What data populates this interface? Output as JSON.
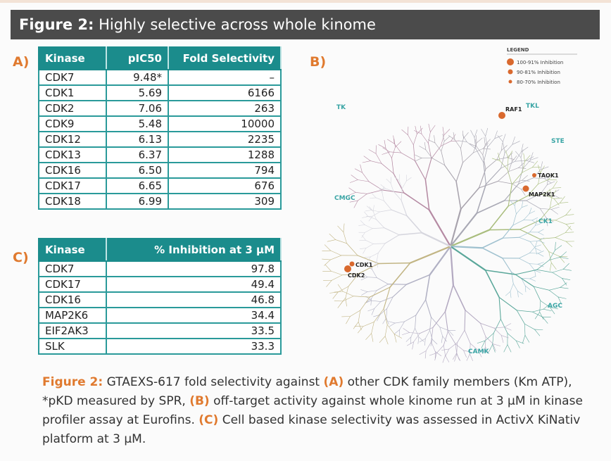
{
  "header": {
    "prefix": "Figure 2:",
    "title": "Highly selective across whole kinome"
  },
  "panel_labels": {
    "a": "A)",
    "b": "B)",
    "c": "C)"
  },
  "table_a": {
    "headers": [
      "Kinase",
      "pIC50",
      "Fold Selectivity"
    ],
    "rows": [
      [
        "CDK7",
        "9.48*",
        "–"
      ],
      [
        "CDK1",
        "5.69",
        "6166"
      ],
      [
        "CDK2",
        "7.06",
        "263"
      ],
      [
        "CDK9",
        "5.48",
        "10000"
      ],
      [
        "CDK12",
        "6.13",
        "2235"
      ],
      [
        "CDK13",
        "6.37",
        "1288"
      ],
      [
        "CDK16",
        "6.50",
        "794"
      ],
      [
        "CDK17",
        "6.65",
        "676"
      ],
      [
        "CDK18",
        "6.99",
        "309"
      ]
    ]
  },
  "table_c": {
    "headers": [
      "Kinase",
      "% Inhibition at 3 µM"
    ],
    "rows": [
      [
        "CDK7",
        "97.8"
      ],
      [
        "CDK17",
        "49.4"
      ],
      [
        "CDK16",
        "46.8"
      ],
      [
        "MAP2K6",
        "34.4"
      ],
      [
        "EIF2AK3",
        "33.5"
      ],
      [
        "SLK",
        "33.3"
      ]
    ]
  },
  "kinome": {
    "legend_title": "LEGEND",
    "legend": [
      "100-91% Inhibition",
      "90-81% Inhibition",
      "80-70% Inhibition"
    ],
    "families": [
      "TK",
      "TKL",
      "STE",
      "CK1",
      "AGC",
      "CAMK",
      "CMGC"
    ],
    "hits": [
      "RAF1",
      "TAOK1",
      "MAP2K1",
      "CDK1",
      "CDK2"
    ],
    "colors": {
      "marker": "#d9692e",
      "family_label": "#3aa5a5"
    }
  },
  "caption": {
    "p1": "Figure 2:",
    "t1": " GTAEXS-617 fold selectivity against ",
    "p2": "(A)",
    "t2": " other CDK family members (Km ATP), *pKD measured by SPR, ",
    "p3": "(B)",
    "t3": " off-target activity against whole kinome run at 3 µM in kinase profiler assay at Eurofins. ",
    "p4": "(C)",
    "t4": " Cell based kinase selectivity was assessed in ActivX KiNativ platform at 3 µM."
  }
}
